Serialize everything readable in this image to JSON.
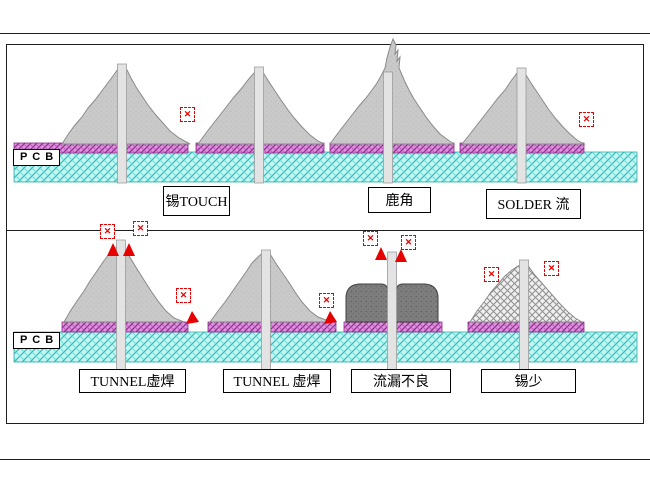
{
  "diagram": {
    "marker_glyph": "✕",
    "colors": {
      "marker_red": "#e60000",
      "solder_gray": "#c9c9c9",
      "solder_dark": "#7d7d7d",
      "board_cyan": "#a8ecea",
      "pad_magenta": "#cf66cf",
      "pin_gray": "#e3e3e3"
    },
    "top_panel": {
      "pcb_label": "P C B",
      "defects": [
        {
          "label": "锡TOUCH"
        },
        {
          "label": "鹿角"
        },
        {
          "label": "SOLDER 流"
        }
      ]
    },
    "bottom_panel": {
      "pcb_label": "P C B",
      "defects": [
        {
          "label": "TUNNEL虚焊"
        },
        {
          "label": "TUNNEL 虚焊"
        },
        {
          "label": "流漏不良"
        },
        {
          "label": "锡少"
        }
      ]
    }
  }
}
